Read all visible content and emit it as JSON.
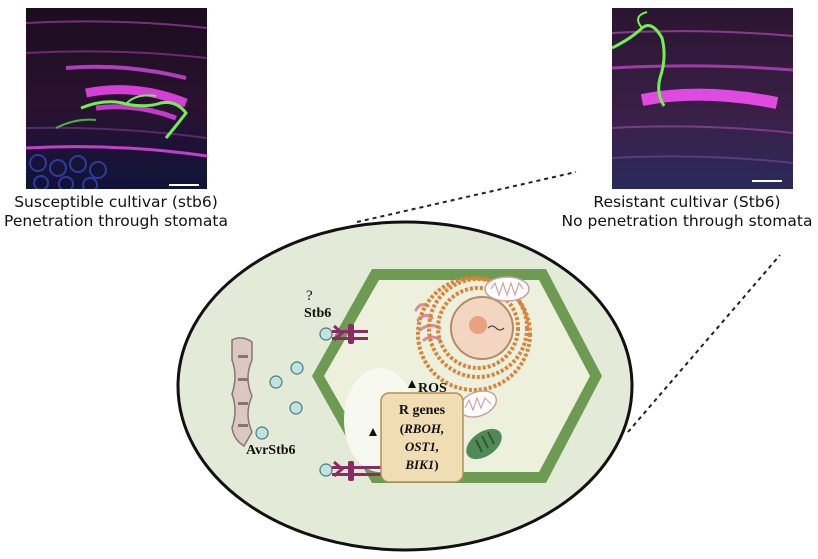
{
  "panels": {
    "left": {
      "caption_line1": "Susceptible cultivar (stb6)",
      "caption_line2": "Penetration through stomata"
    },
    "right": {
      "caption_line1": "Resistant cultivar (Stb6)",
      "caption_line2": "No penetration through stomata"
    }
  },
  "diagram": {
    "question_mark": "?",
    "receptor_label": "Stb6",
    "effector_label": "AvrStb6",
    "ros_label": "ROS",
    "rgenes_title": "R genes",
    "rgenes_open": "(",
    "rgenes_gene1": "RBOH,",
    "rgenes_gene2": "OST1,",
    "rgenes_gene3": "BIK1",
    "rgenes_close": ")"
  },
  "colors": {
    "outer_ellipse_fill": "#e3ead8",
    "cell_wall": "#6d9b52",
    "cytoplasm": "#eef0de",
    "receptor": "#8a2b63",
    "effector": "#bfe3e0",
    "nucleus": "#f3d6c2",
    "nucleolus": "#e8a27e",
    "er": "#d98437",
    "rgenes_box": "#f1ddb4",
    "chloroplast": "#4f8a57",
    "fluorescent_magenta": "#d63fd6",
    "fluorescent_green": "#6ff24f"
  }
}
